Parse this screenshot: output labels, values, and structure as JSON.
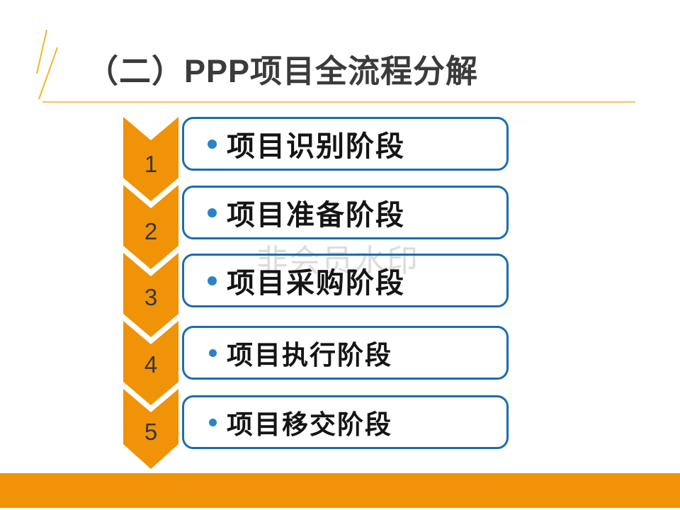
{
  "slide": {
    "title": "（二）PPP项目全流程分解",
    "watermark": "非会员水印",
    "stages": [
      {
        "number": "1",
        "label": "项目识别阶段"
      },
      {
        "number": "2",
        "label": "项目准备阶段"
      },
      {
        "number": "3",
        "label": "项目采购阶段"
      },
      {
        "number": "4",
        "label": "项目执行阶段"
      },
      {
        "number": "5",
        "label": "项目移交阶段"
      }
    ],
    "colors": {
      "accent_orange": "#f09307",
      "box_border_blue": "#1b6cb2",
      "bullet_blue": "#2b83c6",
      "line_gold": "#eeb32b",
      "title_gray": "#3b3b3b",
      "watermark_gray": "#dcdcdc"
    }
  }
}
